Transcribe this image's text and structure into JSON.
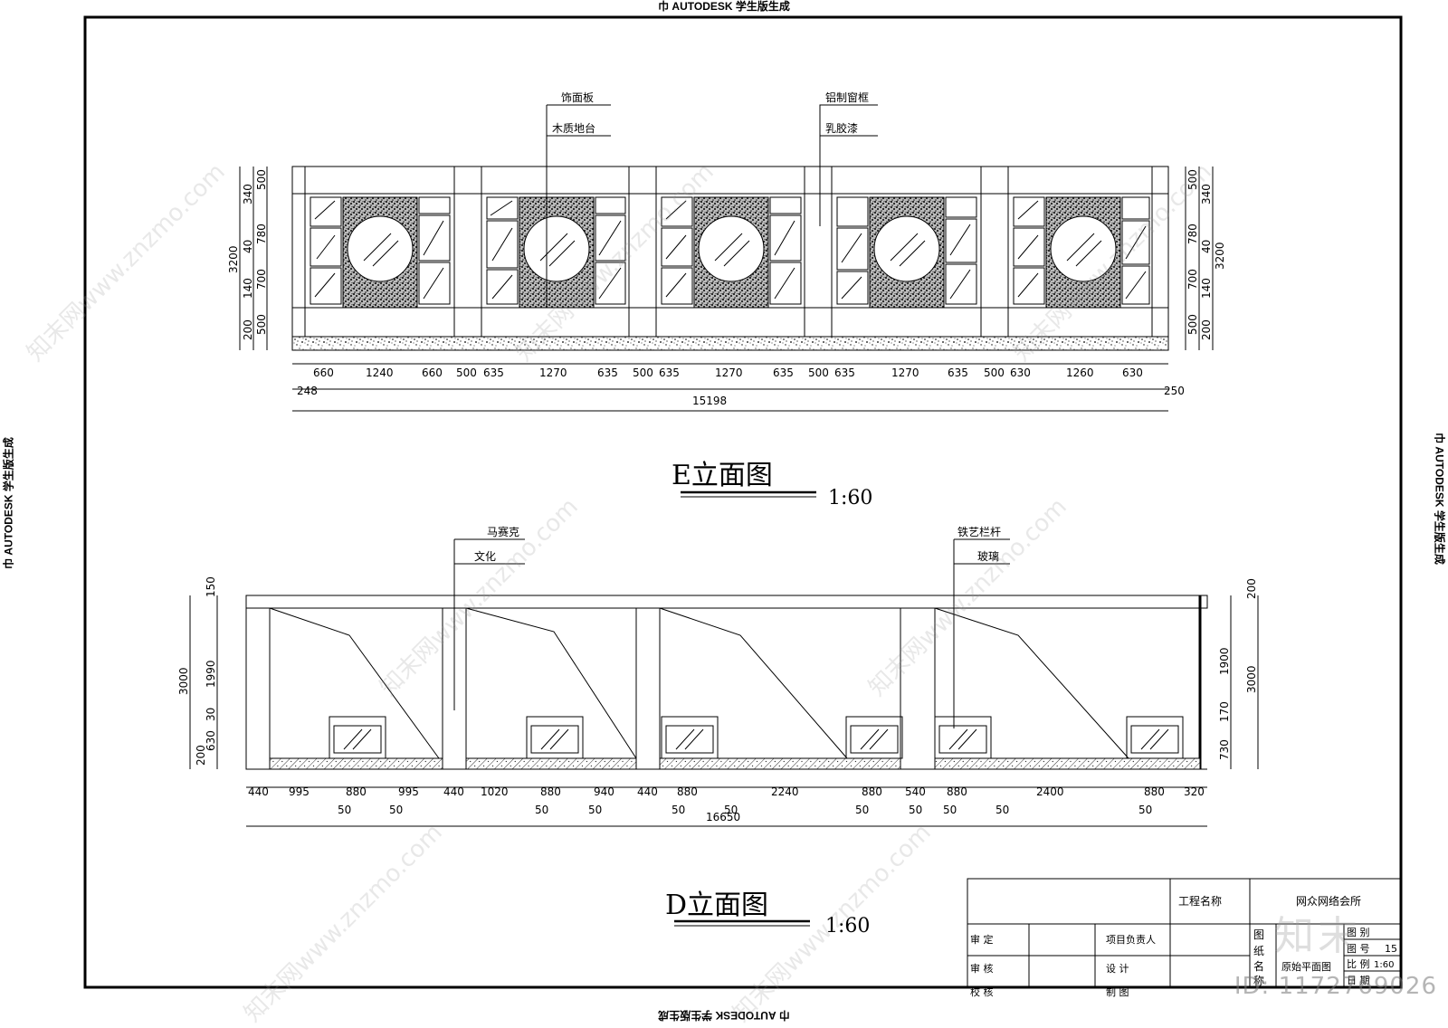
{
  "watermarks": {
    "autodesk": "巾 AUTODESK 学生版生成",
    "site": "知末网www.znzmo.com",
    "logo": "知末",
    "id_label": "ID: 1172769026"
  },
  "elevation_e": {
    "title": "E立面图",
    "scale": "1:60",
    "callouts": [
      "饰面板",
      "木质地台",
      "铝制窗框",
      "乳胶漆"
    ],
    "left_dims": [
      "340",
      "500",
      "780",
      "40",
      "700",
      "140",
      "200",
      "500"
    ],
    "left_total": "3200",
    "right_dims": [
      "500",
      "340",
      "780",
      "40",
      "700",
      "140",
      "500",
      "200"
    ],
    "right_total": "3200",
    "bottom_dims": [
      "660",
      "1240",
      "660",
      "500",
      "635",
      "1270",
      "635",
      "500",
      "635",
      "1270",
      "635",
      "500",
      "635",
      "1270",
      "635",
      "500",
      "630",
      "1260",
      "630"
    ],
    "end_left": "248",
    "end_right": "250",
    "total": "15198"
  },
  "elevation_d": {
    "title": "D立面图",
    "scale": "1:60",
    "callouts": [
      "马赛克",
      "文化",
      "铁艺栏杆",
      "玻璃"
    ],
    "left_dims": [
      "150",
      "1990",
      "30",
      "630",
      "200"
    ],
    "left_total": "3000",
    "right_dims": [
      "200",
      "1900",
      "170",
      "730"
    ],
    "right_total": "3000",
    "bottom_dims": [
      "440",
      "995",
      "880",
      "995",
      "440",
      "1020",
      "880",
      "940",
      "440",
      "880",
      "2240",
      "880",
      "540",
      "880",
      "2400",
      "880",
      "320"
    ],
    "sub_dims": [
      "50",
      "50",
      "50",
      "50",
      "50",
      "50",
      "50",
      "50",
      "50",
      "50",
      "50"
    ],
    "total": "16650"
  },
  "title_block": {
    "project_label": "工程名称",
    "project_value": "网众网络会所",
    "review": "审      定",
    "check": "审      核",
    "proofread": "校      核",
    "lead": "项目负责人",
    "design": "设      计",
    "draft": "制      图",
    "drawing_name_1": "图",
    "drawing_name_2": "纸",
    "drawing_name_3": "名",
    "drawing_name_4": "称",
    "drawing_value": "原始平面图",
    "category_label": "图  别",
    "number_label": "图  号",
    "number_value": "15",
    "scale_label": "比  例",
    "scale_value": "1:60",
    "date_label": "日  期"
  }
}
